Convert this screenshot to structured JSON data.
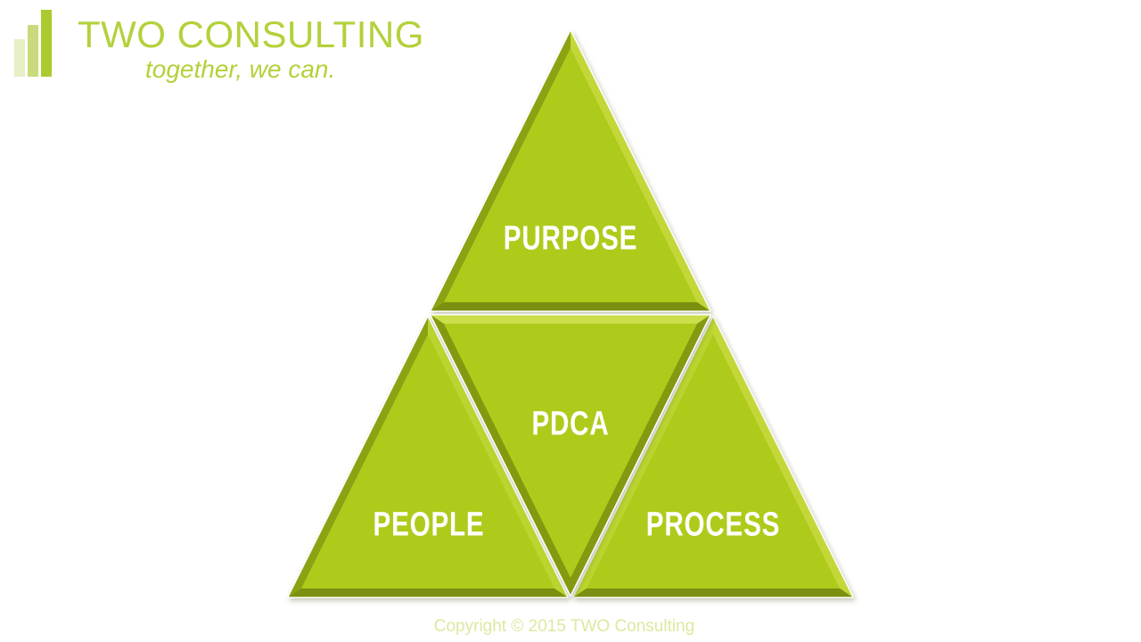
{
  "logo": {
    "title": "TWO CONSULTING",
    "tagline": "together, we can.",
    "icon": "bar-chart-icon",
    "colors": {
      "wordmark": "#b2d13b",
      "bar_light": "#e6efc6",
      "bar_mid": "#c8da7c",
      "bar_dark": "#abca2e"
    }
  },
  "pyramid": {
    "type": "triangle-pyramid-diagram",
    "segments": [
      {
        "id": "purpose",
        "label": "PURPOSE",
        "position": "top"
      },
      {
        "id": "pdca",
        "label": "PDCA",
        "position": "center-inverted"
      },
      {
        "id": "people",
        "label": "PEOPLE",
        "position": "bottom-left"
      },
      {
        "id": "process",
        "label": "PROCESS",
        "position": "bottom-right"
      }
    ],
    "colors": {
      "fill": "#aecb1b",
      "bevel_bottom_dark": "#7b8f10",
      "bevel_side_dark": "#8ca212",
      "bevel_side_light": "#c3d838",
      "bevel_side_light_subtle": "#bcd42f",
      "bevel_top_light": "#cbdf4a",
      "pdca_side_dark": "#84990f",
      "label_text": "#ffffff",
      "gutter": "#ffffff"
    }
  },
  "footer": {
    "copyright": "Copyright © 2015 TWO Consulting",
    "color": "#dce9a0"
  }
}
